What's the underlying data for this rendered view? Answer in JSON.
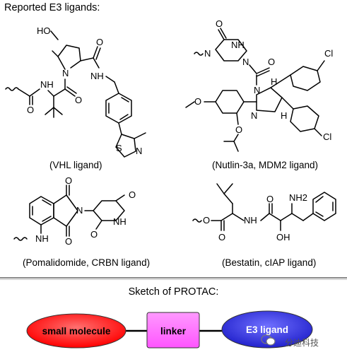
{
  "header": {
    "title": "Reported E3 ligands:"
  },
  "ligands": [
    {
      "caption": "(VHL ligand)"
    },
    {
      "caption": "(Nutlin-3a, MDM2 ligand)"
    },
    {
      "caption": "(Pomalidomide, CRBN ligand)"
    },
    {
      "caption": "(Bestatin, cIAP ligand)"
    }
  ],
  "atoms": {
    "ho": "HO",
    "n": "N",
    "nh": "NH",
    "h": "H",
    "o": "O",
    "s": "S",
    "cl": "Cl",
    "nh2": "NH2",
    "oh": "OH"
  },
  "sketch": {
    "title": "Sketch of PROTAC:",
    "small_molecule": "small molecule",
    "linker": "linker",
    "e3_ligand": "E3 ligand",
    "colors": {
      "small_molecule": "#ff0000",
      "linker": "#ff66ff",
      "e3_ligand": "#3333dd"
    }
  },
  "watermark": {
    "text": "分迪科技",
    "icon": "wechat-icon"
  }
}
